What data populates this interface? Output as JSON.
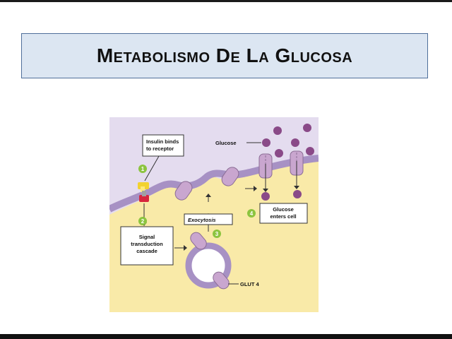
{
  "title": "Metabolismo De La Glucosa",
  "diagram": {
    "labels": {
      "insulin_binds": [
        "Insulin binds",
        "to receptor"
      ],
      "glucose": "Glucose",
      "exocytosis": "Exocytosis",
      "signal": [
        "Signal",
        "transduction",
        "cascade"
      ],
      "glucose_enters": [
        "Glucose",
        "enters cell"
      ],
      "glut4": "GLUT 4"
    },
    "steps": [
      "1",
      "2",
      "3",
      "4"
    ],
    "colors": {
      "extracellular": "#e4dcef",
      "membrane": "#a791c4",
      "cytoplasm": "#f9eaa8",
      "glucose": "#8a4a88",
      "transporter": "#c9a6cf",
      "step_circle": "#8cc43f",
      "receptor_yellow": "#f2d22f",
      "receptor_red": "#d7263d"
    }
  }
}
